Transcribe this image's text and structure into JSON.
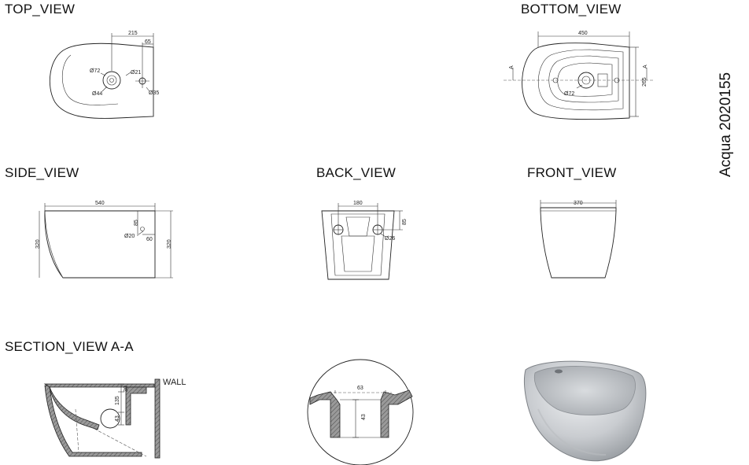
{
  "titles": {
    "top_view": "TOP_VIEW",
    "bottom_view": "BOTTOM_VIEW",
    "side_view": "SIDE_VIEW",
    "back_view": "BACK_VIEW",
    "front_view": "FRONT_VIEW",
    "section_view": "SECTION_VIEW  A-A"
  },
  "product_code": "Acqua 2020155",
  "top_view": {
    "dims": {
      "width": "215",
      "offset": "65",
      "tap_hole": "Ø72",
      "inner": "Ø44",
      "overflow": "Ø21",
      "side_hole": "Ø35"
    }
  },
  "bottom_view": {
    "dims": {
      "length": "450",
      "depth": "265",
      "drain": "Ø72",
      "section_left": "A",
      "section_right": "A"
    }
  },
  "side_view": {
    "dims": {
      "length": "540",
      "height_left": "320",
      "height_right": "320",
      "vert": "85",
      "hole": "Ø20",
      "gap": "60"
    }
  },
  "back_view": {
    "dims": {
      "spacing": "180",
      "height": "85",
      "hole": "Ø26"
    }
  },
  "front_view": {
    "dims": {
      "width": "370"
    }
  },
  "section_view": {
    "wall_label": "WALL",
    "dims": {
      "top": "30",
      "mid": "135",
      "low": "43"
    }
  },
  "detail_view": {
    "dims": {
      "width": "63",
      "height": "43"
    }
  }
}
